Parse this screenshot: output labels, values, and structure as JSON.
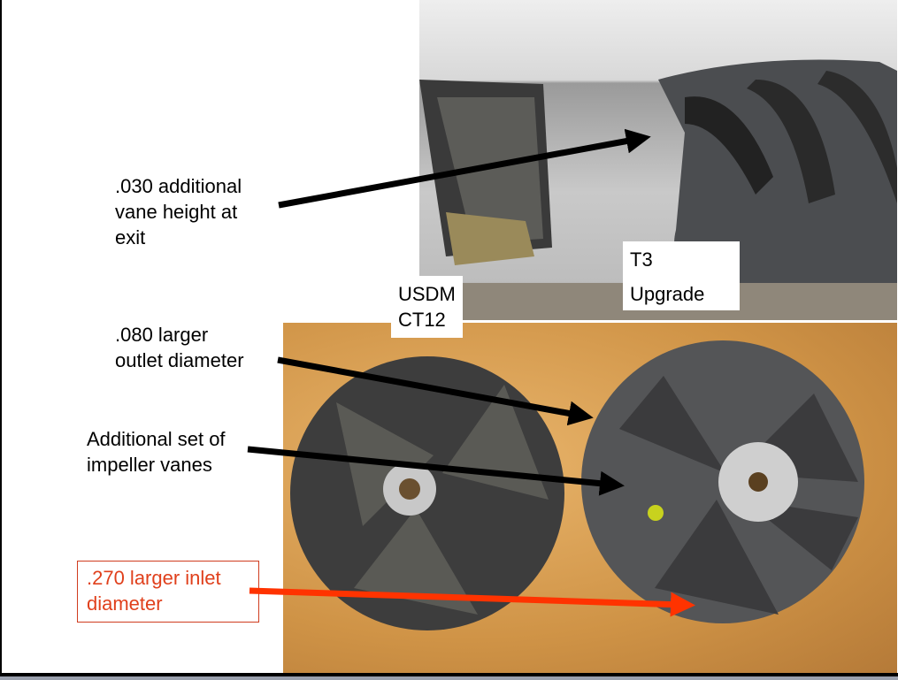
{
  "annotations": {
    "vane_height": ".030 additional vane height at exit",
    "vane_height_lines": [
      ".030 additional",
      "vane height at",
      "exit"
    ],
    "outlet": [
      ".080 larger",
      "outlet diameter"
    ],
    "impeller": [
      "Additional set of",
      "impeller vanes"
    ],
    "inlet": [
      ".270 larger inlet",
      "diameter"
    ]
  },
  "photo_labels": {
    "usdm": [
      "USDM",
      "CT12"
    ],
    "t3": [
      "T3",
      "Upgrade"
    ]
  },
  "colors": {
    "arrow_black": "#000000",
    "arrow_red": "#ff3300",
    "inlet_text": "#e0401c"
  }
}
